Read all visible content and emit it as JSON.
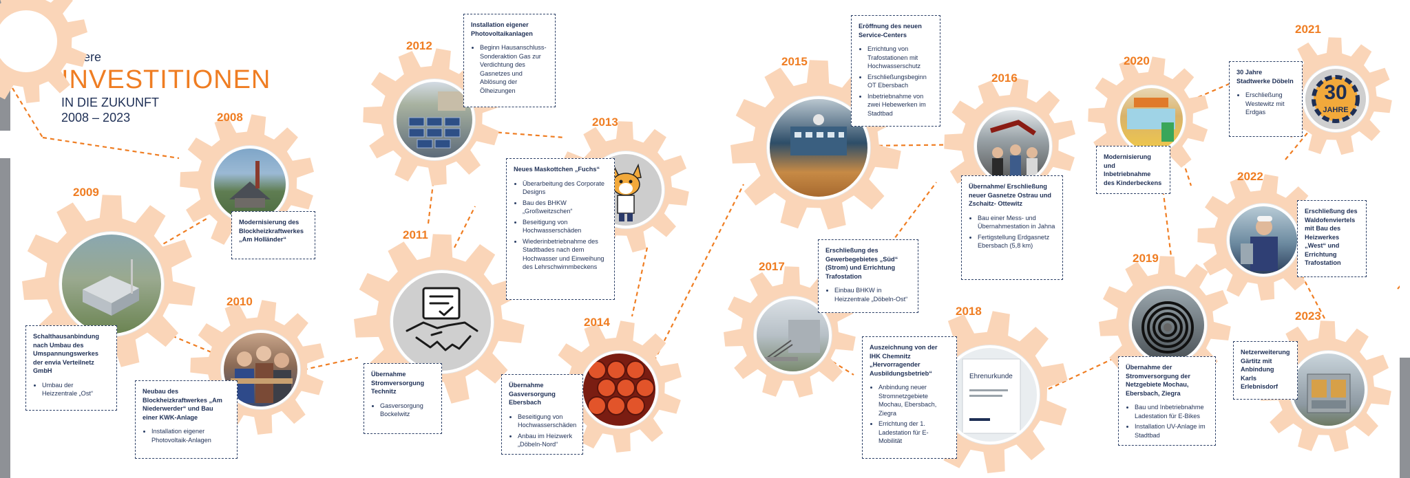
{
  "title": {
    "line1": "Unsere",
    "line2": "INVESTITIONEN",
    "line3": "IN DIE ZUKUNFT",
    "line4": "2008 – 2023"
  },
  "colors": {
    "accent": "#ef7d22",
    "gear": "#fad5b8",
    "navy": "#1e2f55",
    "border": "#2b3f66"
  },
  "years": [
    "2008",
    "2009",
    "2010",
    "2011",
    "2012",
    "2013",
    "2014",
    "2015",
    "2016",
    "2017",
    "2018",
    "2019",
    "2020",
    "2021",
    "2022",
    "2023"
  ],
  "badge": {
    "number": "30",
    "label": "JAHRE"
  },
  "boxes": {
    "b2008": {
      "head": "Modernisierung des Blockheizkraftwerkes „Am Holländer“",
      "items": []
    },
    "b2009": {
      "head": "Schalthausanbindung nach Umbau des Umspannungswerkes der envia Verteilnetz GmbH",
      "items": [
        "Umbau der Heizzentrale „Ost“"
      ]
    },
    "b2010": {
      "head": "Neubau des Blockheizkraftwerkes „Am Niederwerder“ und Bau einer KWK-Anlage",
      "items": [
        "Installation eigener Photovoltaik-Anlagen"
      ]
    },
    "b2011": {
      "head": "Übernahme Stromversorgung Technitz",
      "items": [
        "Gasversorgung Bockelwitz"
      ]
    },
    "b2012": {
      "head": "Installation eigener Photovoltaikanlagen",
      "items": [
        "Beginn Hausanschluss-Sonderaktion Gas zur Verdichtung des Gasnetzes und Ablösung der Ölheizungen"
      ]
    },
    "b2013": {
      "head": "Neues Maskottchen „Fuchs“",
      "items": [
        "Überarbeitung des Corporate Designs",
        "Bau des BHKW „Großweitzschen“",
        "Beseitigung von Hochwasserschäden",
        "Wiederinbetriebnahme des Stadtbades nach dem Hochwasser und Einweihung des Lehrschwimmbeckens"
      ]
    },
    "b2014": {
      "head": "Übernahme Gasversorgung Ebersbach",
      "items": [
        "Beseitigung von Hochwasserschäden",
        "Anbau im Heizwerk „Döbeln-Nord“"
      ]
    },
    "b2015": {
      "head": "Eröffnung des neuen Service-Centers",
      "items": [
        "Errichtung von Trafostationen mit Hochwasserschutz",
        "Erschließungsbeginn OT Ebersbach",
        "Inbetriebnahme von zwei Hebewerken im Stadtbad"
      ]
    },
    "b2016": {
      "head": "Übernahme/ Erschließung neuer Gasnetze Ostrau und Zschaitz- Ottewitz",
      "items": [
        "Bau einer Mess- und Übernahmestation in Jahna",
        "Fertigstellung Erdgasnetz Ebersbach (5,8 km)"
      ]
    },
    "b2017": {
      "head": "Erschließung des Gewerbegebietes „Süd“ (Strom) und Errichtung Trafostation",
      "items": [
        "Einbau BHKW in Heizzentrale „Döbeln-Ost“"
      ]
    },
    "b2018": {
      "head": "Auszeichnung von der IHK Chemnitz „Hervorragender Ausbildungsbetrieb“",
      "items": [
        "Anbindung neuer Stromnetzgebiete Mochau, Ebersbach, Ziegra",
        "Errichtung der 1. Ladestation für E-Mobilität"
      ]
    },
    "b2019": {
      "head": "Übernahme der Stromversorgung der Netzgebiete Mochau, Ebersbach, Ziegra",
      "items": [
        "Bau und Inbetriebnahme Ladestation für E-Bikes",
        "Installation UV-Anlage im Stadtbad"
      ]
    },
    "b2020": {
      "head": "Modernisierung und Inbetriebnahme des Kinderbeckens",
      "items": []
    },
    "b2021": {
      "head": "30 Jahre Stadtwerke Döbeln",
      "items": [
        "Erschließung Westewitz mit Erdgas"
      ]
    },
    "b2022": {
      "head": "Erschließung des Waldofenviertels mit Bau des Heizwerkes „West“ und Errichtung Trafostation",
      "items": []
    },
    "b2023": {
      "head": "Netzerweiterung Gärtitz mit Anbindung Karls Erlebnisdorf",
      "items": []
    }
  },
  "certificate_label": "Ehrenurkunde"
}
